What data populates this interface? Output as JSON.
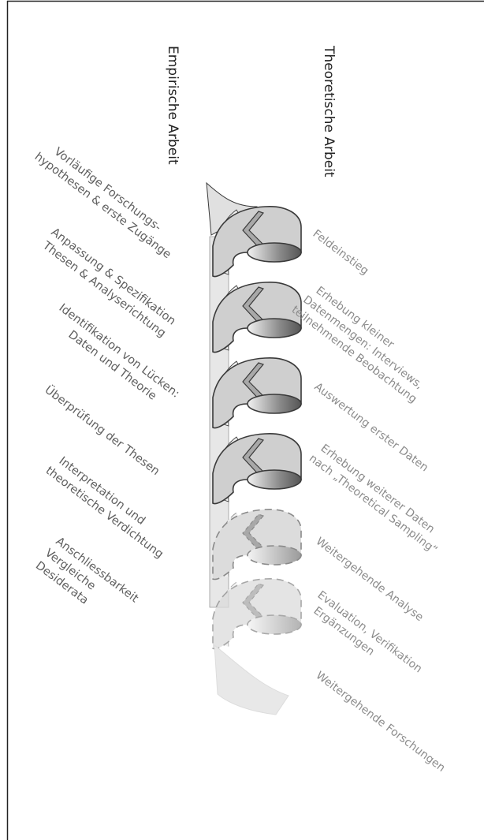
{
  "columns": {
    "empirical": "Empirische Arbeit",
    "theoretical": "Theoretische Arbeit"
  },
  "left_steps": [
    [
      "Vorläufige Forschungs-",
      "hypothesen & erste Zugänge"
    ],
    [
      "Anpassung & Spezifikation",
      "Thesen & Analyserichtung"
    ],
    [
      "Identifikation von Lücken:",
      "Daten und Theorie"
    ],
    [
      "Überprüfung der Thesen"
    ],
    [
      "Interpretation und",
      "theoretische Verdichtung"
    ],
    [
      "Anschliessbarkeit",
      "Vergleiche",
      "Desiderata"
    ]
  ],
  "right_steps": [
    [
      "Feldeinstieg"
    ],
    [
      "Erhebung kleiner",
      "Datenmengen: Interviews,",
      "teilnehmende Beobachtung"
    ],
    [
      "Auswertung erster Daten"
    ],
    [
      "Erhebung weiterer Daten",
      "nach „Theoretical  Sampling“"
    ],
    [
      "Weitergehende Analyse"
    ],
    [
      "Evaluation, Verifikation",
      "Ergänzungen"
    ],
    [
      "Weitergehende Forschungen"
    ]
  ],
  "colors": {
    "ribbon_fill": "#cfcfcf",
    "ribbon_stroke": "#3a3a3a",
    "dashed_stroke": "#8a8a8a",
    "text_left": "#5f5f5f",
    "text_right": "#8c8c8c"
  }
}
